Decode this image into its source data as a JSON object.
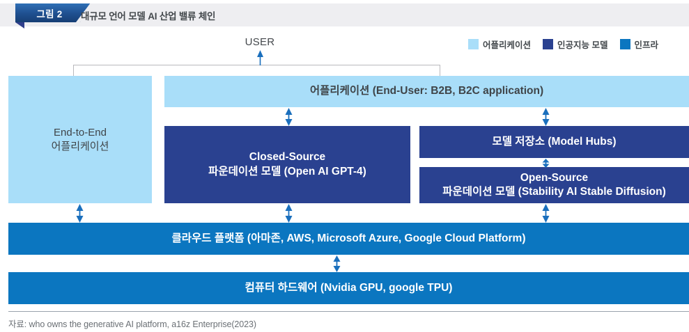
{
  "header": {
    "badge_label": "그림 2",
    "title": "대규모 언어 모델 AI 산업 밸류 체인"
  },
  "legend": {
    "items": [
      {
        "label": "어플리케이션",
        "color": "#a9def9"
      },
      {
        "label": "인공지능 모델",
        "color": "#2a4190"
      },
      {
        "label": "인프라",
        "color": "#0b76c0"
      }
    ]
  },
  "diagram": {
    "user_label": "USER",
    "nodes": {
      "end_to_end": {
        "line1": "End-to-End",
        "line2": "어플리케이션"
      },
      "application_bar": {
        "label": "어플리케이션 (End-User: B2B, B2C application)"
      },
      "closed_source": {
        "line1": "Closed-Source",
        "line2": "파운데이션 모델 (Open AI GPT-4)"
      },
      "model_hubs": {
        "label": "모델 저장소 (Model Hubs)"
      },
      "open_source": {
        "line1": "Open-Source",
        "line2": "파운데이션 모델 (Stability AI Stable Diffusion)"
      },
      "cloud_platform": {
        "label": "클라우드 플랫폼 (아마존, AWS, Microsoft Azure, Google Cloud Platform)"
      },
      "hardware": {
        "label": "컴퓨터 하드웨어 (Nvidia GPU, google TPU)"
      }
    },
    "arrow_color": "#1a6fbd"
  },
  "footer": {
    "source": "자료: who owns the generative AI platform, a16z Enterprise(2023)"
  }
}
